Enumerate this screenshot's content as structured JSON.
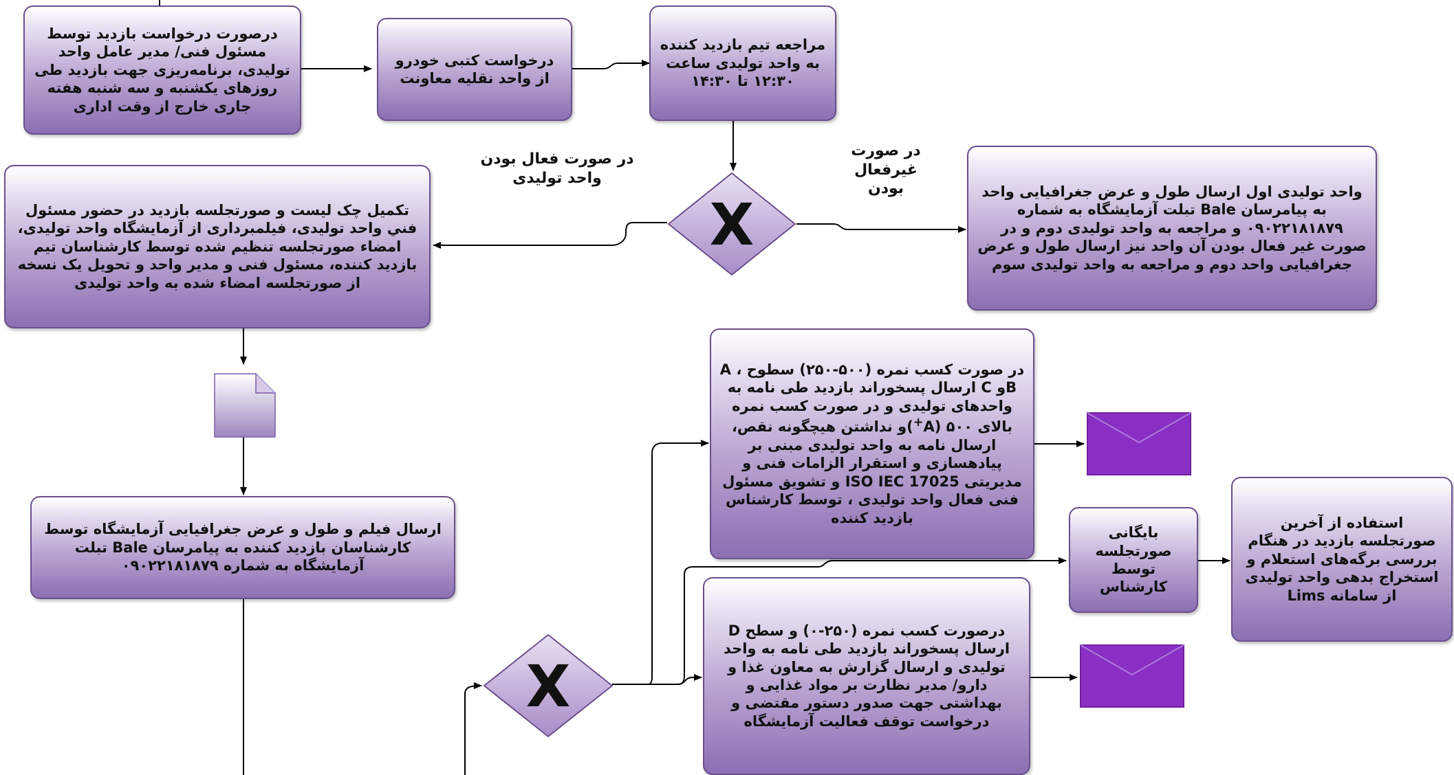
{
  "colors": {
    "box_border": "#6a4f8c",
    "box_gradient_top": "#ffffff",
    "box_gradient_bottom": "#8b6fb3",
    "gateway_fill": "#b9a5d1",
    "envelope": "#8a2fc4",
    "line": "#000000"
  },
  "nodes": {
    "request_visit": "درصورت درخواست بازدید توسط مسئول فنی/ مدیر عامل واحد تولیدی، برنامه‌ریزی جهت بازدید طی روزهای یکشنبه و سه شنبه هفته جاری خارج از وقت اداری",
    "written_vehicle_request": "درخواست کتبی خودرو از واحد نقلیه معاونت",
    "team_visit": "مراجعه تیم بازدید کننده به واحد تولیدی ساعت ۱۲:۳۰ تا ۱۴:۳۰",
    "checklist_minutes": "تکمیل چک لیست و صورتجلسه بازدید در حضور مسئول فني واحد تولیدی، فیلمبرداری از آزمایشگاه واحد تولیدی، امضاء صورتجلسه تنظیم شده توسط کارشناسان تیم بازدید کننده، مسئول فنی و مدیر واحد و تحویل یک نسخه از صورتجلسه امضاء شده به واحد تولیدی",
    "inactive_unit": "واحد تولیدی اول ارسال طول و عرض جغرافیایی واحد به پیامرسان Bale تبلت آزمایشگاه به شماره ۰۹۰۲۲۱۸۱۸۷۹ و مراجعه به واحد تولیدی دوم و در صورت غیر فعال بودن آن واحد نیز ارسال طول و عرض جغرافیایی واحد دوم و مراجعه به واحد تولیدی سوم",
    "send_film": "ارسال فیلم و طول و عرض جغرافیایی آزمایشگاه توسط کارشناسان بازدید کننده به پیامرسان Bale تبلت آزمایشگاه به شماره ۰۹۰۲۲۱۸۱۸۷۹",
    "score_abc_before_sup": "در صورت کسب نمره (۵۰۰-۲۵۰) سطوح A ، Bو C ارسال پسخوراند بازدید طی نامه به واحدهای تولیدی و در صورت کسب نمره بالای ۵۰۰ (A",
    "score_abc_sup": "+",
    "score_abc_after_sup": ")و نداشتن هیچگونه نقص، ارسال نامه به واحد تولیدی مبنی بر پیادهسازی و استقرار الزامات فنی و مدیریتی ISO IEC 17025 و تشویق مسئول فنی فعال واحد تولیدی ، توسط کارشناس بازدید کننده",
    "archive_minutes": "بایگانی صورتجلسه توسط کارشناس",
    "use_last_minutes": "استفاده از آخرین صورتجلسه بازدید در هنگام بررسی برگه‌های استعلام و استخراج بدهی واحد تولیدی از سامانه Lims",
    "score_d": "درصورت کسب نمره (۲۵۰-۰) و سطح D ارسال پسخوراند بازدید طی نامه به واحد تولیدی و ارسال گزارش به معاون غذا و دارو/ مدیر نظارت بر مواد غذایی و بهداشتی جهت صدور دستور مقتضی و درخواست توقف فعالیت آزمایشگاه"
  },
  "labels": {
    "if_active": "در صورت فعال بودن واحد تولیدی",
    "if_inactive": "در صورت غیرفعال بودن"
  },
  "gateways": {
    "symbol": "X"
  }
}
